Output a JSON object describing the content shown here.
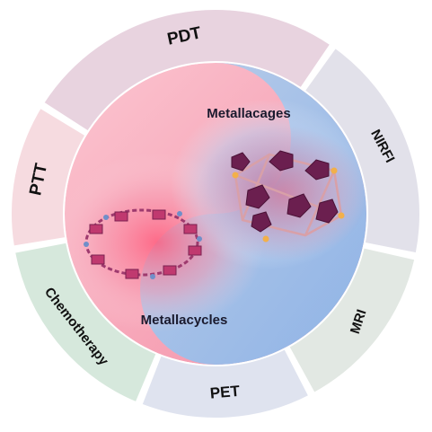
{
  "diagram": {
    "outer_segments": [
      {
        "label": "PDT",
        "color": "#e8d3df"
      },
      {
        "label": "NIRFI",
        "color": "#e2e1ea"
      },
      {
        "label": "MRI",
        "color": "#e2e8e3"
      },
      {
        "label": "PET",
        "color": "#dfe3ef"
      },
      {
        "label": "Chemotherapy",
        "color": "#d6e8dc"
      },
      {
        "label": "PTT",
        "color": "#f6dbe0"
      }
    ],
    "inner": {
      "top_label": "Metallacages",
      "bottom_label": "Metallacycles",
      "pink_color": "#f7a4b4",
      "blue_color": "#a9c4e8"
    }
  }
}
